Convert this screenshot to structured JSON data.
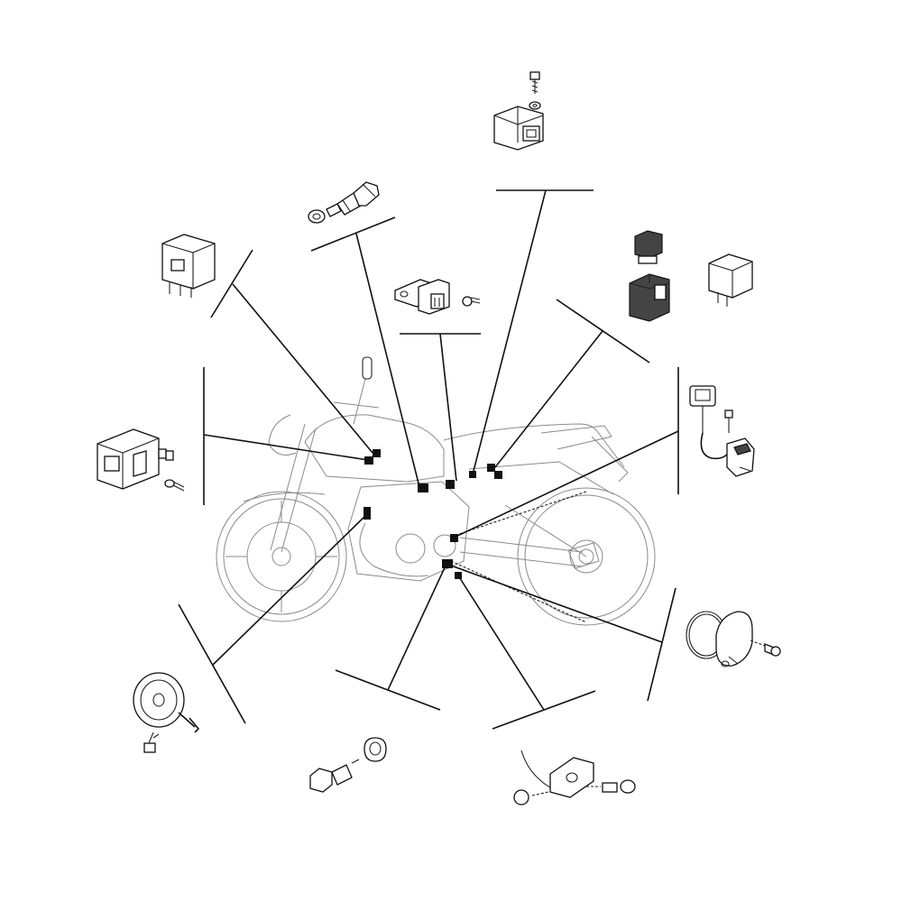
{
  "diagram": {
    "ink_color": "#111111",
    "background_color": "#ffffff",
    "components": [
      {
        "id": "top-sensor-with-bolt",
        "icon": "sensor-bracket-icon"
      },
      {
        "id": "temperature-sensor",
        "icon": "temperature-sensor-icon"
      },
      {
        "id": "relay-left",
        "icon": "relay-icon"
      },
      {
        "id": "bracket-sensor",
        "icon": "bracket-sensor-icon"
      },
      {
        "id": "relay-pair-right",
        "icon": "relay-pair-icon"
      },
      {
        "id": "wired-sensor-right",
        "icon": "wired-sensor-icon"
      },
      {
        "id": "starter-relay-left",
        "icon": "starter-relay-icon"
      },
      {
        "id": "horn",
        "icon": "horn-icon"
      },
      {
        "id": "oil-pressure-switch",
        "icon": "oil-switch-icon"
      },
      {
        "id": "neutral-switch",
        "icon": "neutral-switch-icon"
      },
      {
        "id": "pickup-coil",
        "icon": "pickup-coil-icon"
      }
    ]
  }
}
